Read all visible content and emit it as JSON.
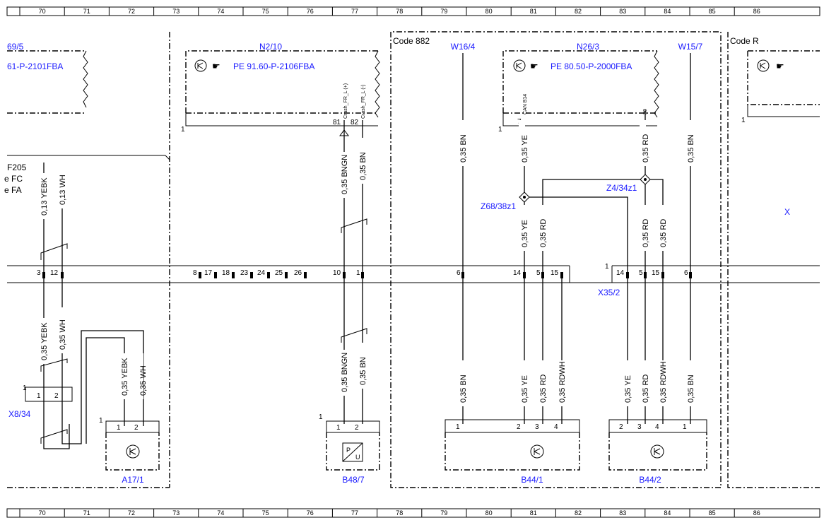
{
  "grid_columns": [
    "70",
    "71",
    "72",
    "73",
    "74",
    "75",
    "76",
    "77",
    "78",
    "79",
    "80",
    "81",
    "82",
    "83",
    "84",
    "85",
    "86"
  ],
  "code_labels": {
    "code_882": "Code 882",
    "code_r": "Code R"
  },
  "components": {
    "left_partial": "69/5",
    "left_partial_ref": "61-P-2101FBA",
    "n2_10": "N2/10",
    "n2_10_ref": "PE 91.60-P-2106FBA",
    "w16_4": "W16/4",
    "n26_3": "N26/3",
    "n26_3_ref": "PE 80.50-P-2000FBA",
    "w15_7": "W15/7",
    "x8_34": "X8/34",
    "a17_1": "A17/1",
    "b48_7": "B48/7",
    "b44_1": "B44/1",
    "b44_2": "B44/2",
    "x35_2": "X35/2",
    "z68_38z1": "Z68/38z1",
    "z4_34z1": "Z4/34z1",
    "x_mark": "X"
  },
  "left_text": {
    "f205": "F205",
    "fc": "e FC",
    "fa": "e FA"
  },
  "pin_labels": {
    "crash_pos": "Crash_FR_L (+)",
    "crash_neg": "Crash_FR_L (-)",
    "n26_pin7": "CAN B14",
    "n26_pin30": "30"
  },
  "connector_pins": [
    "3",
    "12",
    "8",
    "17",
    "18",
    "23",
    "24",
    "25",
    "26",
    "10",
    "1",
    "6",
    "14",
    "5",
    "15",
    "14",
    "5",
    "15",
    "6"
  ],
  "wire_labels": {
    "yebk_013": "0,13 YEBK",
    "wh_013": "0,13 WH",
    "yebk_035": "0,35 YEBK",
    "wh_035": "0,35 WH",
    "bngn": "0,35 BNGN",
    "bn": "0,35 BN",
    "ye": "0,35 YE",
    "rd": "0,35 RD",
    "rdwh": "0,35 RDWH"
  },
  "misc": {
    "one": "1",
    "two": "2",
    "three": "3",
    "four": "4",
    "seven": "7",
    "eighty_one": "81",
    "eighty_two": "82",
    "p": "P",
    "u": "U"
  }
}
